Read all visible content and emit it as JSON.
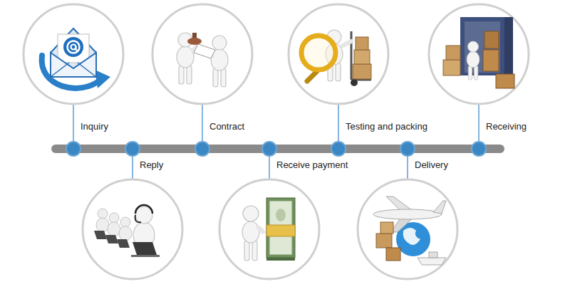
{
  "diagram": {
    "nodes": [
      {
        "text": [
          "Inquiry"
        ]
      },
      {
        "text": [
          "Reply"
        ]
      },
      {
        "text": [
          "Contract"
        ]
      },
      {
        "text": [
          "Receive payment"
        ]
      },
      {
        "text": [
          "Testing and packing"
        ]
      },
      {
        "text": [
          "Delivery"
        ]
      },
      {
        "text": [
          "Receiving"
        ]
      }
    ],
    "edges": [
      {
        "from": 0,
        "to": 1,
        "arrow": "none"
      },
      {
        "from": 1,
        "to": 2,
        "arrow": "none"
      },
      {
        "from": 2,
        "to": 3,
        "arrow": "none"
      },
      {
        "from": 3,
        "to": 4,
        "arrow": "none"
      },
      {
        "from": 4,
        "to": 5,
        "arrow": "none"
      },
      {
        "from": 5,
        "to": 6,
        "arrow": "none"
      }
    ]
  }
}
